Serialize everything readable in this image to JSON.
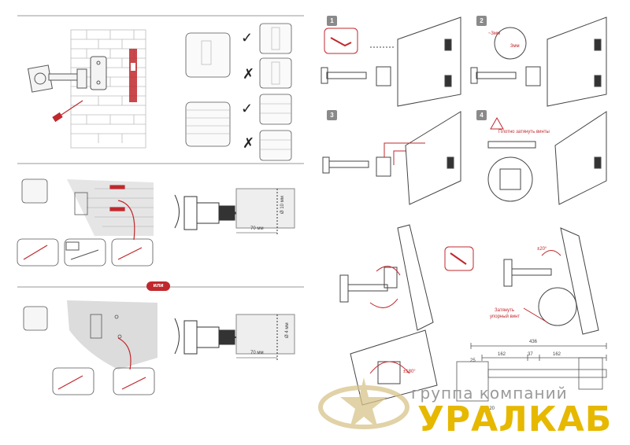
{
  "dividers": {
    "or_badge": "или"
  },
  "check_marks": {
    "ok": "✓",
    "no": "✗"
  },
  "drill": {
    "top": {
      "diameter": "Ø 10 мм",
      "depth": "70 мм"
    },
    "bottom": {
      "diameter": "Ø 4 мм",
      "depth": "70 мм"
    }
  },
  "steps": [
    {
      "num": "1"
    },
    {
      "num": "2",
      "dim_a": "~3мм",
      "dim_b": "3мм"
    },
    {
      "num": "3"
    },
    {
      "num": "4",
      "warning": "Плотно затянуть винты"
    }
  ],
  "tilt": {
    "angle": "±20°",
    "note_line1": "Затянуть",
    "note_line2": "упорный винт"
  },
  "rotation": {
    "angle": "±180°"
  },
  "dimensions": {
    "total": "436",
    "seg1": "162",
    "seg2": "37",
    "seg3": "162",
    "left": "25",
    "bottom": "120"
  },
  "brand": {
    "subtitle": "группа компаний",
    "name": "УРАЛКАБ"
  },
  "colors": {
    "accent": "#c0282d",
    "line": "#555555",
    "brick": "#bbbbbb"
  }
}
